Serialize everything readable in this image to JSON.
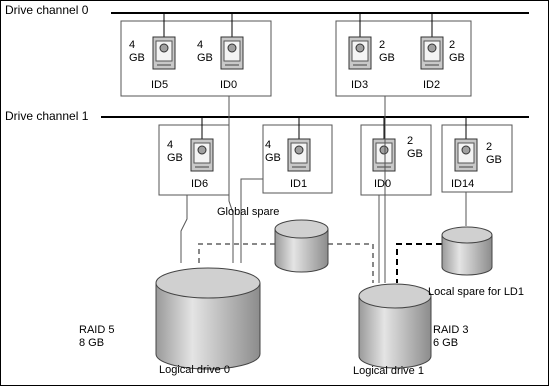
{
  "channels": [
    {
      "label": "Drive channel 0"
    },
    {
      "label": "Drive channel 1"
    }
  ],
  "drives": [
    {
      "size": "4\nGB",
      "id": "ID5"
    },
    {
      "size": "4\nGB",
      "id": "ID0"
    },
    {
      "size": "2\nGB",
      "id": "ID3"
    },
    {
      "size": "2\nGB",
      "id": "ID2"
    },
    {
      "size": "4\nGB",
      "id": "ID6"
    },
    {
      "size": "4\nGB",
      "id": "ID1"
    },
    {
      "size": "2\nGB",
      "id": "ID0"
    },
    {
      "size": "2\nGB",
      "id": "ID14"
    }
  ],
  "spares": {
    "global": "Global spare",
    "local": "Local spare for LD1"
  },
  "logical_drives": [
    {
      "raid": "RAID 5\n8 GB",
      "name": "Logical drive 0"
    },
    {
      "raid": "RAID 3\n6 GB",
      "name": "Logical drive 1"
    }
  ]
}
